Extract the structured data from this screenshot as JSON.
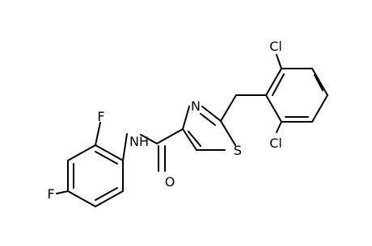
{
  "molecule": {
    "atom_labels": {
      "nh": "NH",
      "o": "O",
      "n_ring": "N",
      "s_ring": "S",
      "cl_top": "Cl",
      "cl_bottom": "Cl",
      "f_top": "F",
      "f_bottom": "F"
    },
    "colors": {
      "bond": "#000000",
      "label": "#000000",
      "background": "#ffffff"
    }
  }
}
